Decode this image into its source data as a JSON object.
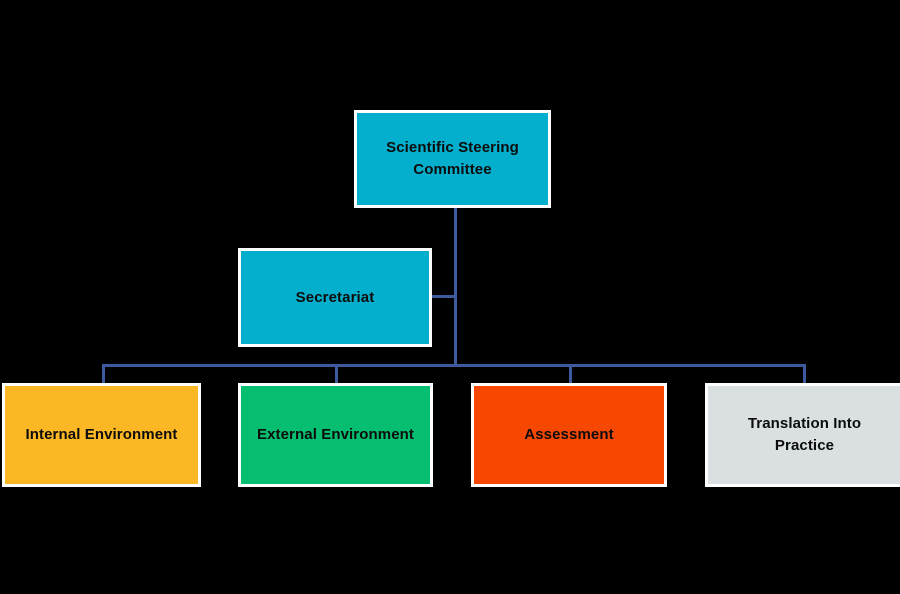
{
  "diagram": {
    "type": "organizational-chart",
    "background_color": "#000000",
    "connector_color": "#3d5a9e",
    "node_border_color": "#ffffff",
    "label_color": "#0c0c0c",
    "nodes": {
      "scientific_steering_committee": {
        "label": "Scientific Steering\nCommittee",
        "color": "#03afcc",
        "level": "top"
      },
      "secretariat": {
        "label": "Secretariat",
        "color": "#03afcc",
        "level": "support"
      },
      "internal_environment": {
        "label": "Internal Environment",
        "color": "#fcb724",
        "level": "working-group"
      },
      "external_environment": {
        "label": "External Environment",
        "color": "#05be70",
        "level": "working-group"
      },
      "assessment": {
        "label": "Assessment",
        "color": "#f64703",
        "level": "working-group"
      },
      "translation_into_practice": {
        "label": "Translation Into\nPractice",
        "color": "#dae0e2",
        "level": "working-group"
      }
    }
  }
}
